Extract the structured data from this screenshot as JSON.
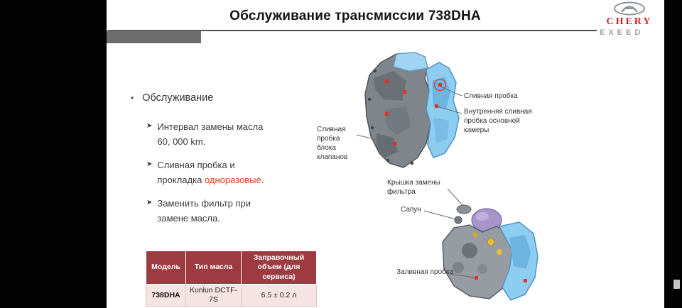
{
  "slide": {
    "title": "Обслуживание трансмиссии 738DHA",
    "logo": {
      "brand": "CHERY",
      "sub_brand": "EXEED"
    },
    "content": {
      "heading_marker": "•",
      "heading": "Обслуживание",
      "bullet_marker": "➤",
      "bullets": [
        {
          "text": "Интервал замены масла 60, 000 km."
        },
        {
          "text_before": "Сливная пробка и прокладка ",
          "highlight": "одноразовые",
          "text_after": "."
        },
        {
          "text": "Заменить фильтр при замене масла."
        }
      ]
    },
    "table": {
      "headers": [
        "Модель",
        "Тип масла",
        "Заправочный объем (для сервиса)"
      ],
      "row": [
        "738DHA",
        "Kunlun DCTF-7S",
        "6.5 ± 0.2 л"
      ]
    },
    "callouts": {
      "drain_plug": "Сливная пробка",
      "inner_drain_plug": "Внутренняя сливная пробка основной камеры",
      "valve_body_drain_plug": "Сливная пробка блока клапанов",
      "filter_cover": "Крышка замены фильтра",
      "breather": "Сапун",
      "fill_plug": "Заливная пробка"
    },
    "colors": {
      "highlight_red": "#e8401c",
      "marker_red": "#e03226",
      "table_header_bg": "#9e3b41",
      "table_row_bg": "#f6e3e3",
      "brand_red": "#c3272e",
      "image_blue": "#8ecdf2"
    }
  }
}
